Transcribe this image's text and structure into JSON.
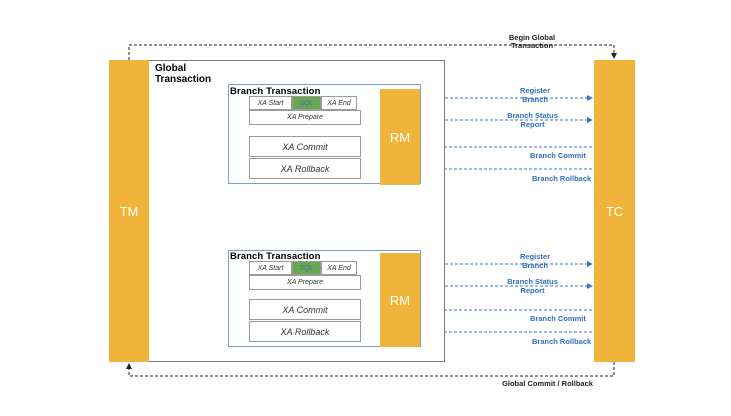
{
  "diagram": {
    "tm_label": "TM",
    "tc_label": "TC",
    "global_title_line1": "Global",
    "global_title_line2": "Transaction",
    "begin_line1": "Begin Global",
    "begin_line2": "Transaction",
    "end_label": "Global Commit / Rollback",
    "branches": [
      {
        "title": "Branch Transaction",
        "xa_start": "XA Start",
        "sql": "SQL",
        "xa_end": "XA End",
        "xa_prepare": "XA Prepare",
        "xa_commit": "XA Commit",
        "xa_rollback": "XA Rollback",
        "rm": "RM",
        "register_line1": "Register",
        "register_line2": "Branch",
        "status_line1": "Branch Status",
        "status_line2": "Report",
        "commit": "Branch Commit",
        "rollback": "Branch Rollback"
      },
      {
        "title": "Branch Transaction",
        "xa_start": "XA Start",
        "sql": "SQL",
        "xa_end": "XA End",
        "xa_prepare": "XA Prepare",
        "xa_commit": "XA Commit",
        "xa_rollback": "XA Rollback",
        "rm": "RM",
        "register_line1": "Register",
        "register_line2": "Branch",
        "status_line1": "Branch Status",
        "status_line2": "Report",
        "commit": "Branch Commit",
        "rollback": "Branch Rollback"
      }
    ],
    "colors": {
      "bar": "#f0b43a",
      "arrow_blue": "#3a78c9",
      "sql_green": "#6aa84f"
    }
  }
}
